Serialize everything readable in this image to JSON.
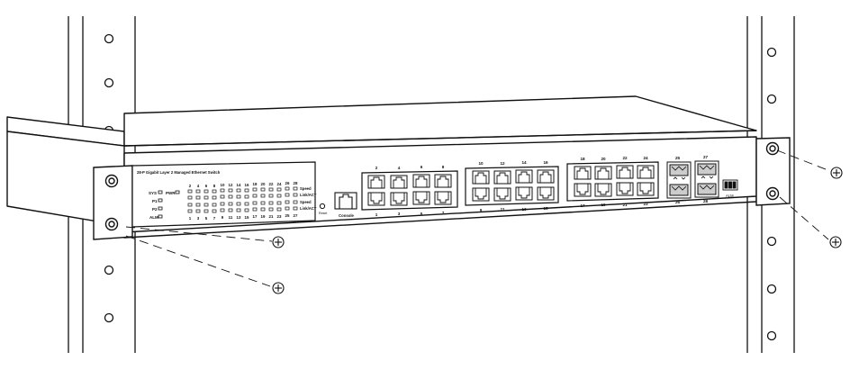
{
  "panel": {
    "title": "28-P Gigabit Layer 2 Managed Ethernet Switch",
    "status_labels": [
      "SYS",
      "PWR",
      "P1",
      "P2",
      "ALM"
    ],
    "led_numbers_top": [
      "2",
      "4",
      "6",
      "8",
      "10",
      "12",
      "14",
      "16",
      "18",
      "20",
      "22",
      "24",
      "26",
      "28"
    ],
    "led_numbers_bottom": [
      "1",
      "3",
      "5",
      "7",
      "9",
      "11",
      "13",
      "15",
      "17",
      "19",
      "21",
      "23",
      "25",
      "27"
    ],
    "row_labels": [
      "Speed",
      "Link/ACT",
      "Speed",
      "Link/ACT"
    ],
    "reset_label": "Reset",
    "console_label": "Console",
    "alm_label": "ALM"
  },
  "ports": {
    "group1": {
      "top": [
        "2",
        "4",
        "6",
        "8"
      ],
      "bottom": [
        "1",
        "3",
        "5",
        "7"
      ]
    },
    "group2": {
      "top": [
        "10",
        "12",
        "14",
        "16"
      ],
      "bottom": [
        "9",
        "11",
        "13",
        "15"
      ]
    },
    "group3": {
      "top": [
        "18",
        "20",
        "22",
        "24"
      ],
      "bottom": [
        "17",
        "19",
        "21",
        "23"
      ]
    },
    "sfp_left": {
      "top": "25",
      "bottom": "26"
    },
    "sfp_right": {
      "top": "27",
      "bottom": "28"
    }
  },
  "colors": {
    "line": "#111111",
    "background": "#ffffff"
  }
}
